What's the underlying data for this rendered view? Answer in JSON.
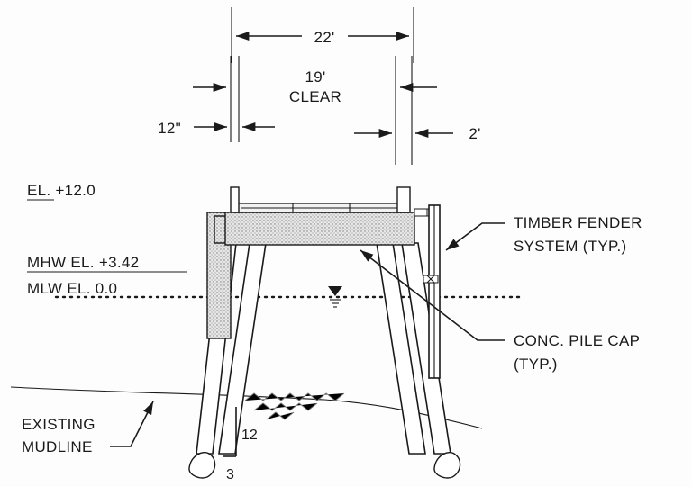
{
  "dimensions": {
    "overall": "22'",
    "clear_value": "19'",
    "clear_word": "CLEAR",
    "left_thickness": "12\"",
    "right_thickness": "2'"
  },
  "elevations": {
    "top": "EL.  +12.0",
    "mhw": "MHW EL.  +3.42",
    "mlw": "MLW EL. 0.0"
  },
  "callouts": {
    "fender_line1": "TIMBER FENDER",
    "fender_line2": "SYSTEM (TYP.)",
    "cap_line1": "CONC. PILE CAP",
    "cap_line2": "(TYP.)",
    "mudline_line1": "EXISTING",
    "mudline_line2": "MUDLINE"
  },
  "batter": {
    "rise": "12",
    "run": "3"
  },
  "icons": [
    "water-level-symbol",
    "arrow-icon"
  ]
}
